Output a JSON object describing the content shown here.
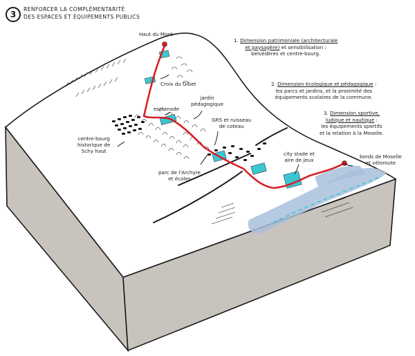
{
  "header": {
    "number": "3",
    "title_line_1": "RENFORCER LA COMPLÉMENTARITÉ",
    "title_line_2": "DES ESPACES ET ÉQUIPEMENTS PUBLICS"
  },
  "dimensions": [
    {
      "number": "1.",
      "title_part_1": "Dimension patrimoniale (architecturale",
      "title_part_2": "et paysagère)",
      "rest_line_2": " et sensibilisation :",
      "rest_line_3": "belvédères et centre-bourg."
    },
    {
      "number": "2.",
      "title_part_1": "Dimension écologique et pédagogique",
      "rest_line_1": " :",
      "rest_line_2": "les parcs et jardins, et la proximité des",
      "rest_line_3": "équipements scolaires de la commune."
    },
    {
      "number": "3.",
      "title_part_1": "Dimension sportive,",
      "title_part_2": "ludique et nautique",
      "rest_line_2": " :",
      "rest_line_3": "les équipements sportifs",
      "rest_line_4": "et la relation à la Moselle."
    }
  ],
  "places": {
    "haut_du_mont": "Haut du Mont",
    "croix_du_gibet": "Croix du Gibet",
    "jardin_1": "jardin",
    "jardin_2": "pédagogique",
    "esplanade": "esplanade",
    "gr5_1": "GR5 et ruisseau",
    "gr5_2": "de coteau",
    "centre_1": "centre-bourg",
    "centre_2": "historique de",
    "centre_3": "Schy haut",
    "archyre_1": "parc de l'Archyre",
    "archyre_2": "et écoles",
    "city_1": "city stade et",
    "city_2": "aire de jeux",
    "moselle_1": "bords de Moselle",
    "moselle_2": "et véloroute"
  },
  "colors": {
    "route": "#d61f26",
    "equipment": "#3cc6d2",
    "river": "#a8bfdc",
    "block_side": "#c8c3bd",
    "outline": "#1a1a1a"
  }
}
